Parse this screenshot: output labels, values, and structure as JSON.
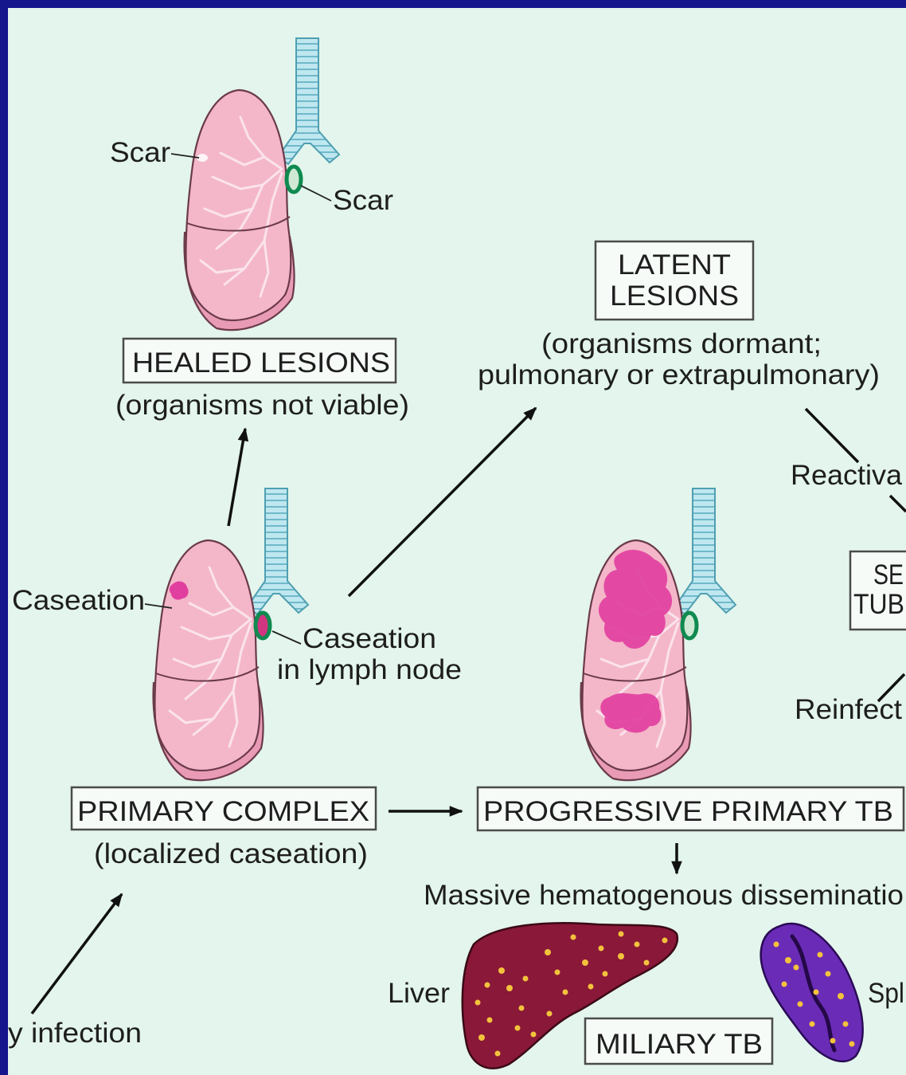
{
  "colors": {
    "slide_background": "#15158c",
    "panel": "#e3f5ec",
    "lung": "#f4b7c9",
    "lung_shadow": "#e99bb6",
    "caseation": "#e13f9f",
    "lymph_node_ring": "#0f8a50",
    "trachea": "#bfe7ef",
    "liver": "#8a1838",
    "spleen": "#6a2cb6",
    "tubercle": "#f3c23d",
    "text": "#1e1e1e"
  },
  "healed_lesions": {
    "scar_label_lung": "Scar",
    "scar_label_node": "Scar",
    "title": "HEALED LESIONS",
    "note": "(organisms not viable)"
  },
  "latent_lesions": {
    "title_line1": "LATENT",
    "title_line2": "LESIONS",
    "note_line1": "(organisms dormant;",
    "note_line2": "pulmonary or extrapulmonary)"
  },
  "secondary_tb": {
    "reactivation_label": "Reactiva",
    "title_line1": "SE",
    "title_line2": "TUB",
    "reinfection_label": "Reinfect"
  },
  "primary_complex": {
    "caseation_label": "Caseation",
    "node_label_line1": "Caseation",
    "node_label_line2": "in lymph node",
    "title": "PRIMARY COMPLEX",
    "note": "(localized caseation)"
  },
  "progressive_primary_tb": {
    "title": "PROGRESSIVE PRIMARY TB",
    "dissemination_label": "Massive hematogenous disseminatio"
  },
  "miliary_tb": {
    "liver_label": "Liver",
    "spleen_label": "Spl",
    "title": "MILIARY TB"
  },
  "primary_infection_label": "y infection"
}
